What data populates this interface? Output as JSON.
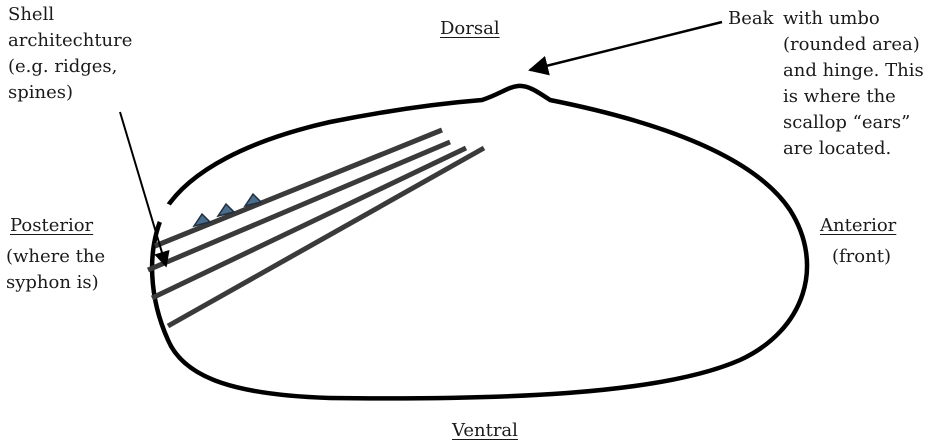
{
  "labels": {
    "dorsal": "Dorsal",
    "ventral": "Ventral",
    "posterior": "Posterior",
    "posterior_note": "(where the\nsyphon is)",
    "anterior": "Anterior",
    "anterior_note": "(front)",
    "shell_architecture": "Shell\narchitechture\n(e.g. ridges,\nspines)",
    "beak": "Beak",
    "beak_note": "with umbo\n(rounded area)\nand hinge. This\nis where the\nscallop “ears”\nare located."
  },
  "colors": {
    "outline": "#000000",
    "ridge": "#3a3a3a",
    "spine_fill": "#4a6e8c",
    "spine_stroke": "#1f2f3f"
  }
}
